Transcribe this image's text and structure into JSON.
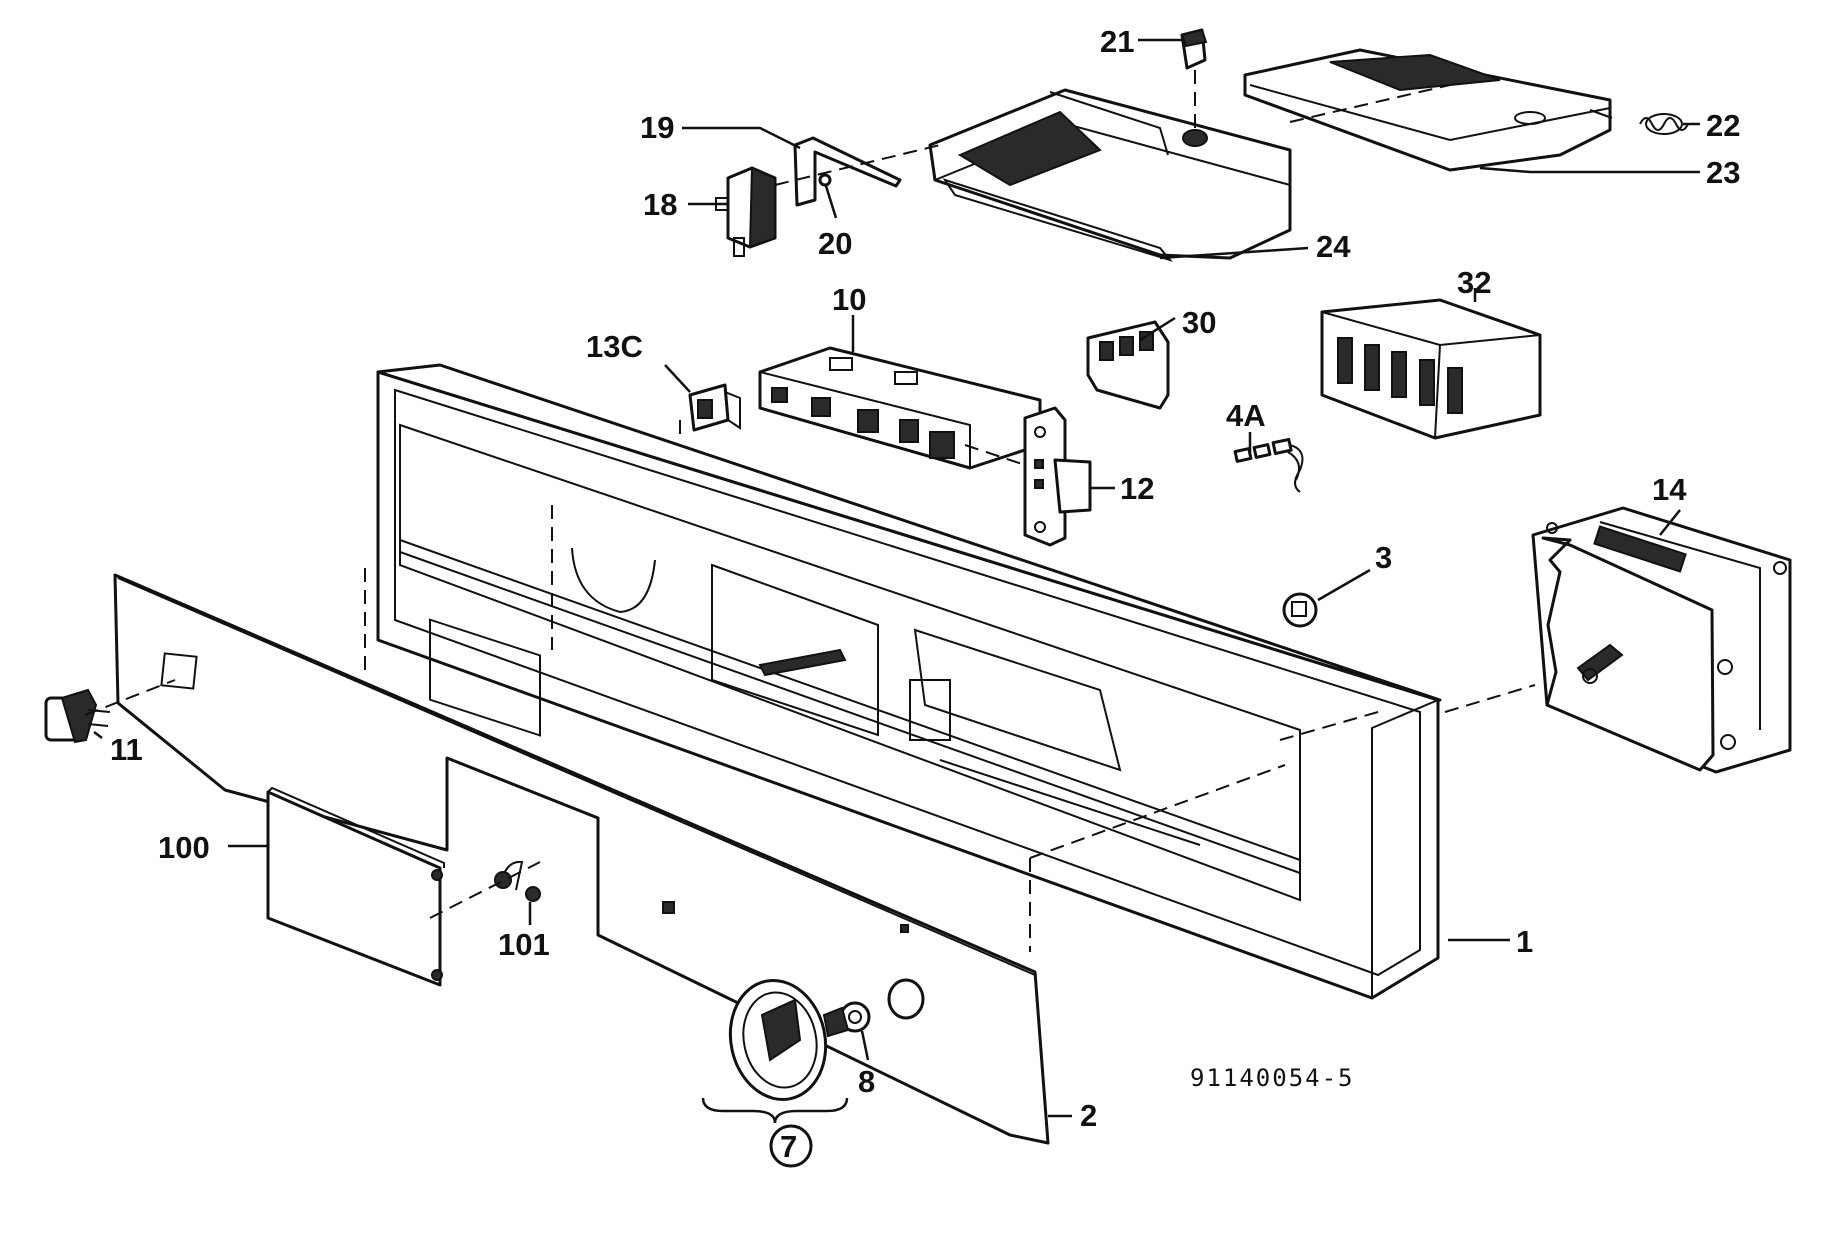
{
  "callouts": {
    "c1": "1",
    "c2": "2",
    "c3": "3",
    "c4a": "4A",
    "c7": "7",
    "c8": "8",
    "c10": "10",
    "c11": "11",
    "c12": "12",
    "c13c": "13C",
    "c14": "14",
    "c18": "18",
    "c19": "19",
    "c20": "20",
    "c21": "21",
    "c22": "22",
    "c23": "23",
    "c24": "24",
    "c30": "30",
    "c32": "32",
    "c100": "100",
    "c101": "101"
  },
  "document_number": "91140054-5"
}
